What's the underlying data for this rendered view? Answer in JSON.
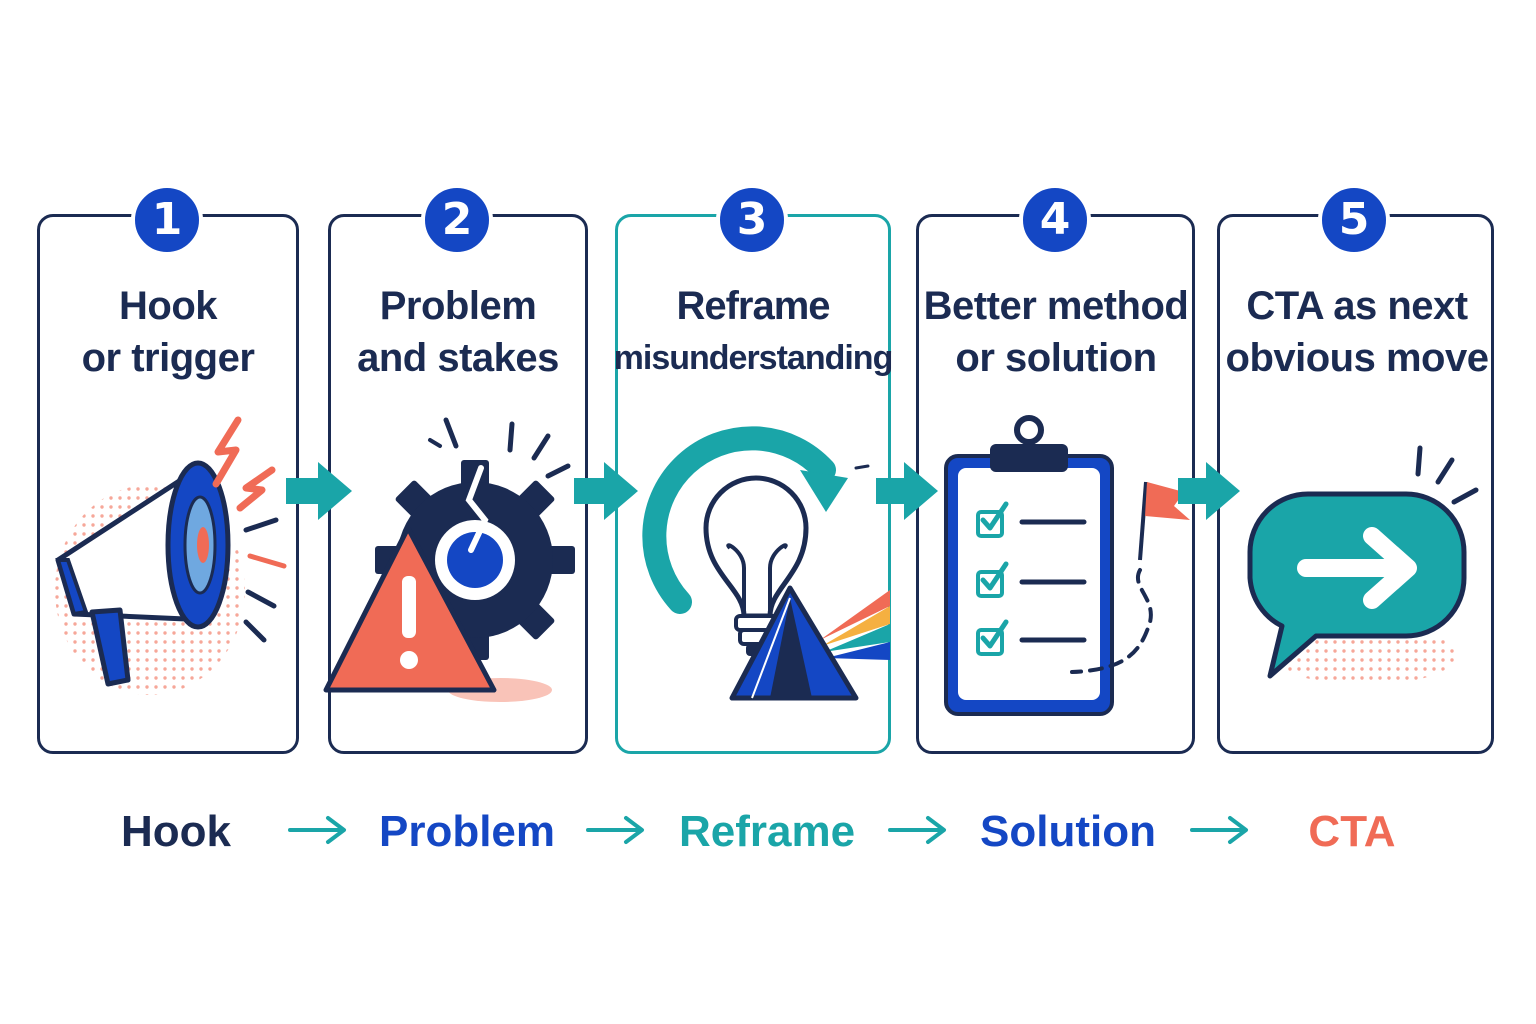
{
  "steps": [
    {
      "number": "1",
      "title_lines": [
        "Hook",
        "or trigger"
      ],
      "icon": "megaphone-icon"
    },
    {
      "number": "2",
      "title_lines": [
        "Problem",
        "and stakes"
      ],
      "icon": "warning-gear-icon"
    },
    {
      "number": "3",
      "title_lines": [
        "Reframe",
        "misunderstanding"
      ],
      "icon": "lightbulb-prism-icon"
    },
    {
      "number": "4",
      "title_lines": [
        "Better method",
        "or solution"
      ],
      "icon": "clipboard-checklist-icon"
    },
    {
      "number": "5",
      "title_lines": [
        "CTA as next",
        "obvious move"
      ],
      "icon": "speech-bubble-arrow-icon"
    }
  ],
  "flow": [
    {
      "label": "Hook",
      "color": "#1b2b52"
    },
    {
      "label": "Problem",
      "color": "#1447c4"
    },
    {
      "label": "Reframe",
      "color": "#1aa5a8"
    },
    {
      "label": "Solution",
      "color": "#1447c4"
    },
    {
      "label": "CTA",
      "color": "#f06b56"
    }
  ],
  "colors": {
    "navy": "#1b2b52",
    "blue": "#1447c4",
    "teal": "#1aa5a8",
    "coral": "#f06b56"
  }
}
